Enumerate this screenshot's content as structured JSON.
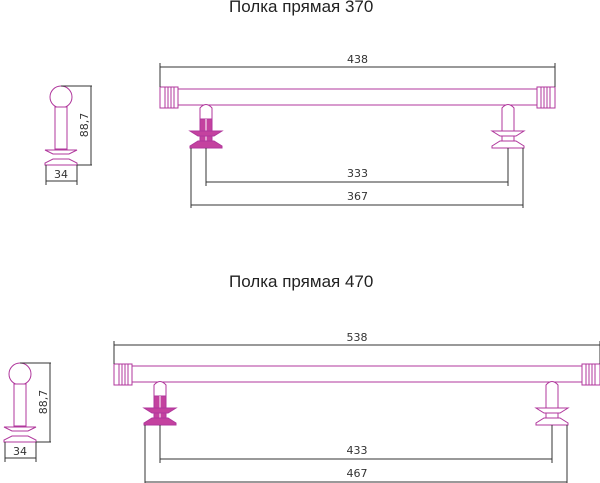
{
  "drawings": [
    {
      "title": "Полка прямая 370",
      "overall_length": "438",
      "mount_center": "333",
      "mount_outer": "367",
      "height": "88,7",
      "base_width": "34"
    },
    {
      "title": "Полка прямая 470",
      "overall_length": "538",
      "mount_center": "433",
      "mount_outer": "467",
      "height": "88,7",
      "base_width": "34"
    }
  ],
  "colors": {
    "part": "#b0379c",
    "hatch": "#c4429f",
    "dimension": "#333333"
  }
}
